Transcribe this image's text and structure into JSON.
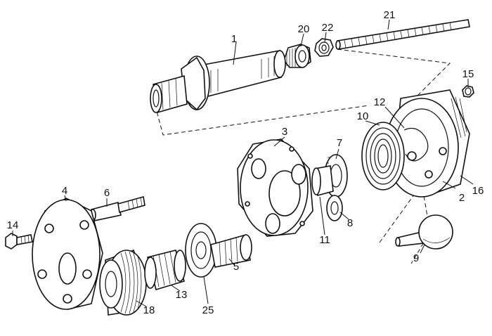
{
  "diagram": {
    "callouts": [
      {
        "id": "c1",
        "text": "1"
      },
      {
        "id": "c2",
        "text": "2"
      },
      {
        "id": "c3",
        "text": "3"
      },
      {
        "id": "c4",
        "text": "4"
      },
      {
        "id": "c5",
        "text": "5"
      },
      {
        "id": "c6",
        "text": "6"
      },
      {
        "id": "c7",
        "text": "7"
      },
      {
        "id": "c8",
        "text": "8"
      },
      {
        "id": "c9",
        "text": "9"
      },
      {
        "id": "c10",
        "text": "10"
      },
      {
        "id": "c11",
        "text": "11"
      },
      {
        "id": "c12",
        "text": "12"
      },
      {
        "id": "c13",
        "text": "13"
      },
      {
        "id": "c14",
        "text": "14"
      },
      {
        "id": "c15",
        "text": "15"
      },
      {
        "id": "c16",
        "text": "16"
      },
      {
        "id": "c18",
        "text": "18"
      },
      {
        "id": "c20",
        "text": "20"
      },
      {
        "id": "c21",
        "text": "21"
      },
      {
        "id": "c22",
        "text": "22"
      },
      {
        "id": "c25",
        "text": "25"
      }
    ]
  }
}
